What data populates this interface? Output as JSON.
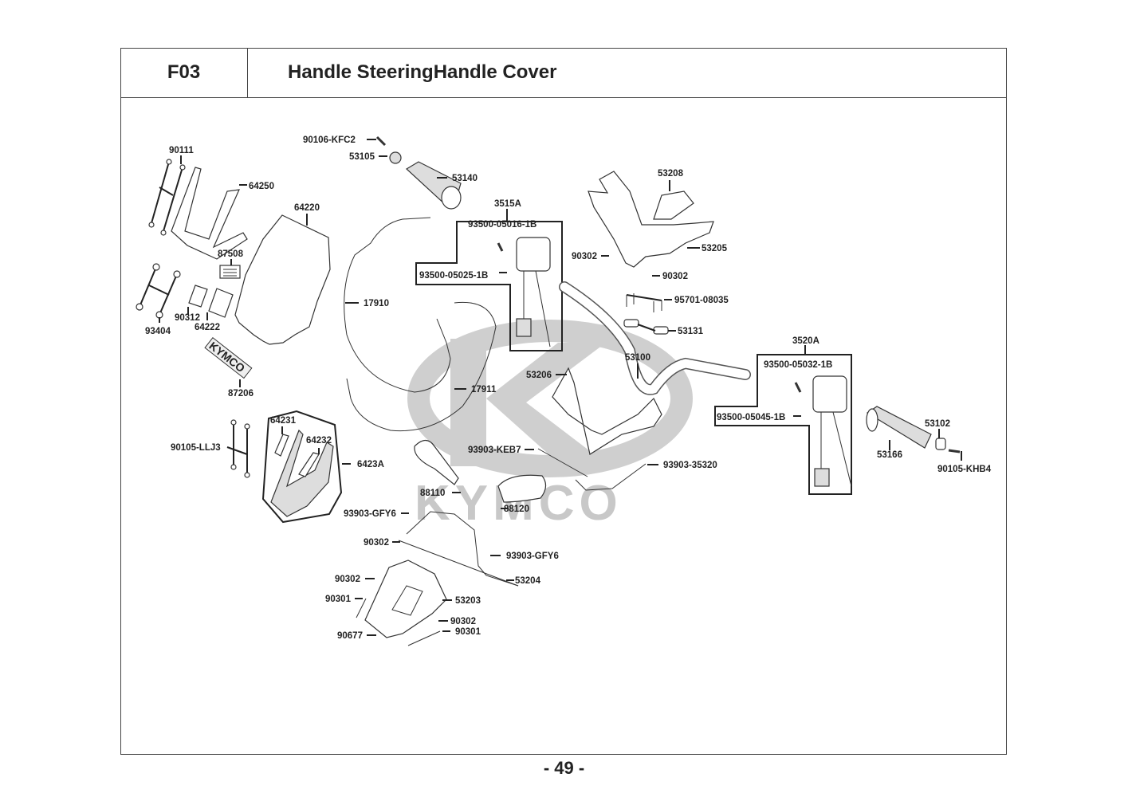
{
  "header": {
    "section_code": "F03",
    "title": "Handle SteeringHandle Cover"
  },
  "watermark": {
    "brand": "KYMCO",
    "color": "#c8c8c8"
  },
  "decal_text": "KYMCO",
  "page_number": "- 49 -",
  "labels": {
    "p90111": "90111",
    "p64250": "64250",
    "p90106_kfc2": "90106-KFC2",
    "p53105": "53105",
    "p53140": "53140",
    "p64220": "64220",
    "p87508": "87508",
    "p93404": "93404",
    "p90312": "90312",
    "p64222": "64222",
    "p87206": "87206",
    "p17910": "17910",
    "p17911": "17911",
    "p3515a": "3515A",
    "p93500_05016": "93500-05016-1B",
    "p93500_05025": "93500-05025-1B",
    "p53208": "53208",
    "p53205": "53205",
    "p90302_a": "90302",
    "p90302_b": "90302",
    "p95701": "95701-08035",
    "p53131": "53131",
    "p53100": "53100",
    "p53206": "53206",
    "p3520a": "3520A",
    "p93500_05032": "93500-05032-1B",
    "p93500_05045": "93500-05045-1B",
    "p53102": "53102",
    "p53166": "53166",
    "p90105_khb4": "90105-KHB4",
    "p90105_llj3": "90105-LLJ3",
    "p64231": "64231",
    "p64232": "64232",
    "p6423a": "6423A",
    "p93903_keb7": "93903-KEB7",
    "p93903_35320": "93903-35320",
    "p88110": "88110",
    "p88120": "88120",
    "p93903_gfy6_a": "93903-GFY6",
    "p93903_gfy6_b": "93903-GFY6",
    "p90302_c": "90302",
    "p53204": "53204",
    "p90302_d": "90302",
    "p90301_a": "90301",
    "p53203": "53203",
    "p90302_e": "90302",
    "p90677": "90677",
    "p90301_b": "90301"
  }
}
